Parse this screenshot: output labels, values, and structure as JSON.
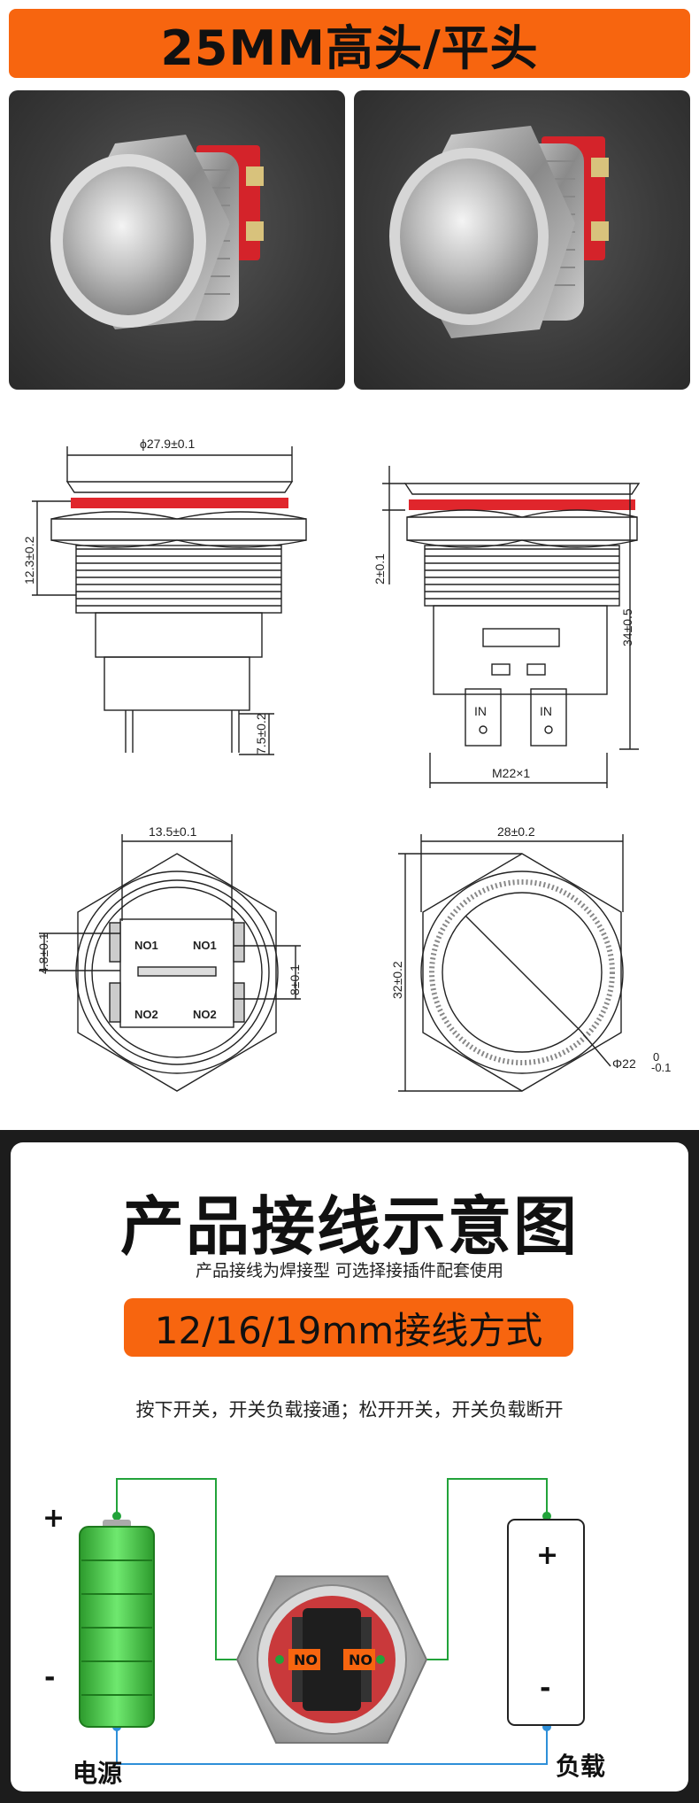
{
  "header": {
    "title": "25MM高头/平头"
  },
  "drawings": {
    "side_left": {
      "top_diameter": "ϕ27.9±0.1",
      "height_label": "12.3±0.2",
      "pin_label": "7.5±0.2"
    },
    "side_right": {
      "height_label": "2±0.1",
      "total_label": "34±0.5",
      "thread_label": "M22×1",
      "pin_text": "IN"
    },
    "bottom_left": {
      "width_label": "13.5±0.1",
      "left_label": "4.8±0.1",
      "right_label": "8±0.1",
      "terminal_labels": [
        "NO1",
        "NO1",
        "NO2",
        "NO2"
      ]
    },
    "bottom_right": {
      "width_label": "28±0.2",
      "height_label": "32±0.2",
      "diameter_label": "Φ22",
      "tolerance_upper": "0",
      "tolerance_lower": "-0.1"
    }
  },
  "wiring": {
    "heading": "产品接线示意图",
    "subheading": "产品接线为焊接型 可选择接插件配套使用",
    "pill": "12/16/19mm接线方式",
    "description": "按下开关，开关负载接通；松开开关，开关负载断开",
    "plus_sign": "+",
    "minus_sign": "-",
    "power_label": "电源",
    "load_label": "负载",
    "load_plus": "+",
    "load_minus": "-",
    "no_left": "NO",
    "no_right": "NO"
  },
  "colors": {
    "accent": "#f7650f",
    "wire_green": "#22a33a",
    "wire_blue": "#2e8fd8",
    "dim_red": "#e0262c",
    "battery_green": "#3fcf3f"
  }
}
